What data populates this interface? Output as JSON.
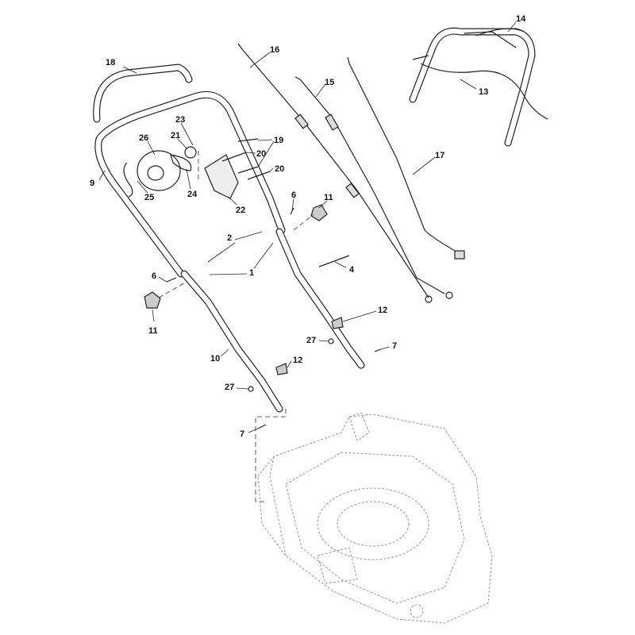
{
  "diagram": {
    "type": "exploded parts diagram",
    "callouts": [
      "18",
      "16",
      "15",
      "14",
      "13",
      "17",
      "9",
      "26",
      "23",
      "21",
      "19",
      "20",
      "20",
      "25",
      "24",
      "22",
      "6",
      "11",
      "2",
      "1",
      "4",
      "6",
      "11",
      "12",
      "27",
      "7",
      "10",
      "12",
      "27",
      "7"
    ]
  }
}
